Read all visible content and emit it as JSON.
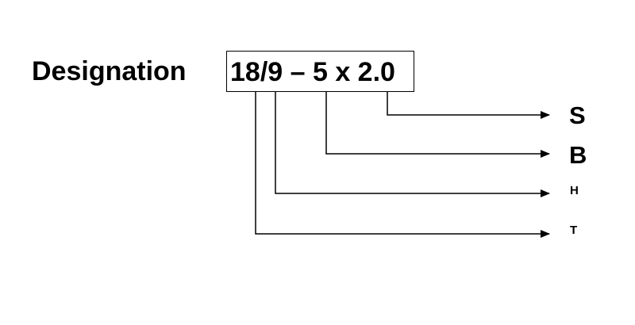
{
  "designation_label": "Designation",
  "code": "18/9 – 5 x 2.0",
  "callouts": {
    "s": "S",
    "b": "B",
    "h": "H",
    "t": "T"
  },
  "colors": {
    "ink": "#000000",
    "background": "#ffffff"
  }
}
